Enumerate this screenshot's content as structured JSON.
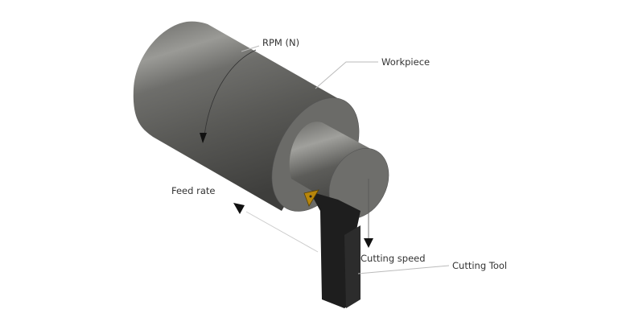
{
  "labels": {
    "rpm": "RPM (N)",
    "workpiece": "Workpiece",
    "feed_rate": "Feed rate",
    "cutting_speed": "Cutting speed",
    "cutting_tool": "Cutting Tool"
  },
  "colors": {
    "metal_dark": "#4a4a48",
    "metal_light": "#8a8a86",
    "tool": "#1e1e1e",
    "insert": "#b8860b"
  }
}
